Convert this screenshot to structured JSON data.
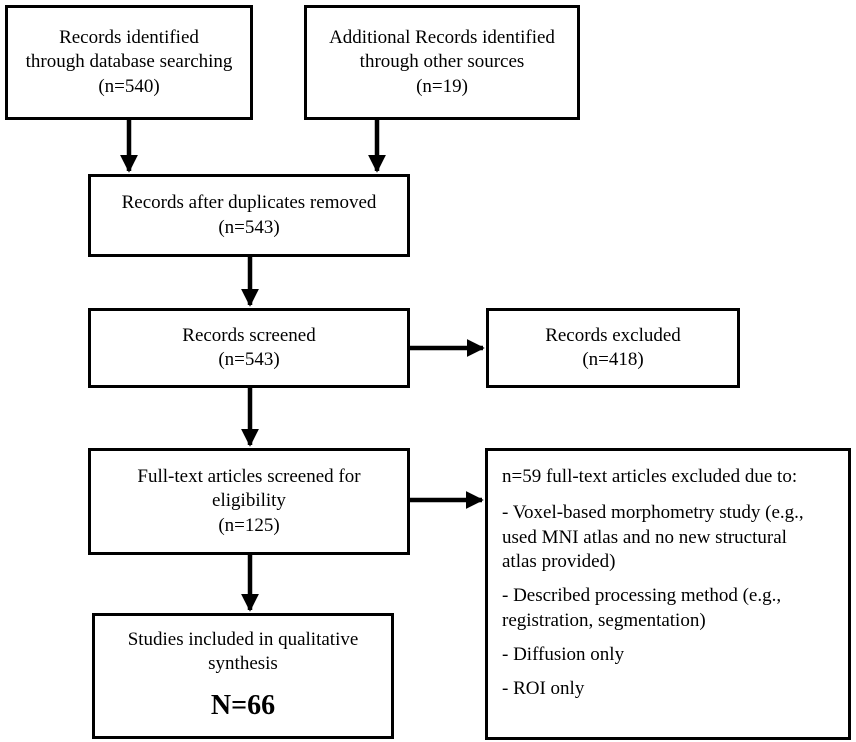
{
  "boxes": {
    "db": {
      "l1": "Records identified",
      "l2": "through database searching",
      "l3": "(n=540)"
    },
    "other": {
      "l1": "Additional Records identified",
      "l2": "through other sources",
      "l3": "(n=19)"
    },
    "dedup": {
      "l1": "Records after duplicates removed",
      "l2": "(n=543)"
    },
    "screened": {
      "l1": "Records screened",
      "l2": "(n=543)"
    },
    "excluded": {
      "l1": "Records excluded",
      "l2": "(n=418)"
    },
    "fulltext": {
      "l1": "Full-text articles screened for",
      "l2": "eligibility",
      "l3": "(n=125)"
    },
    "included": {
      "l1": "Studies included in qualitative",
      "l2": "synthesis",
      "total": "N=66"
    },
    "fulltext_excluded": {
      "heading": "n=59 full-text articles excluded due to:",
      "r1a": "- Voxel-based morphometry study (e.g.,",
      "r1b": "used MNI atlas and no new structural",
      "r1c": "atlas provided)",
      "r2a": "- Described processing method (e.g.,",
      "r2b": "registration, segmentation)",
      "r3": "- Diffusion only",
      "r4": "- ROI only"
    }
  }
}
